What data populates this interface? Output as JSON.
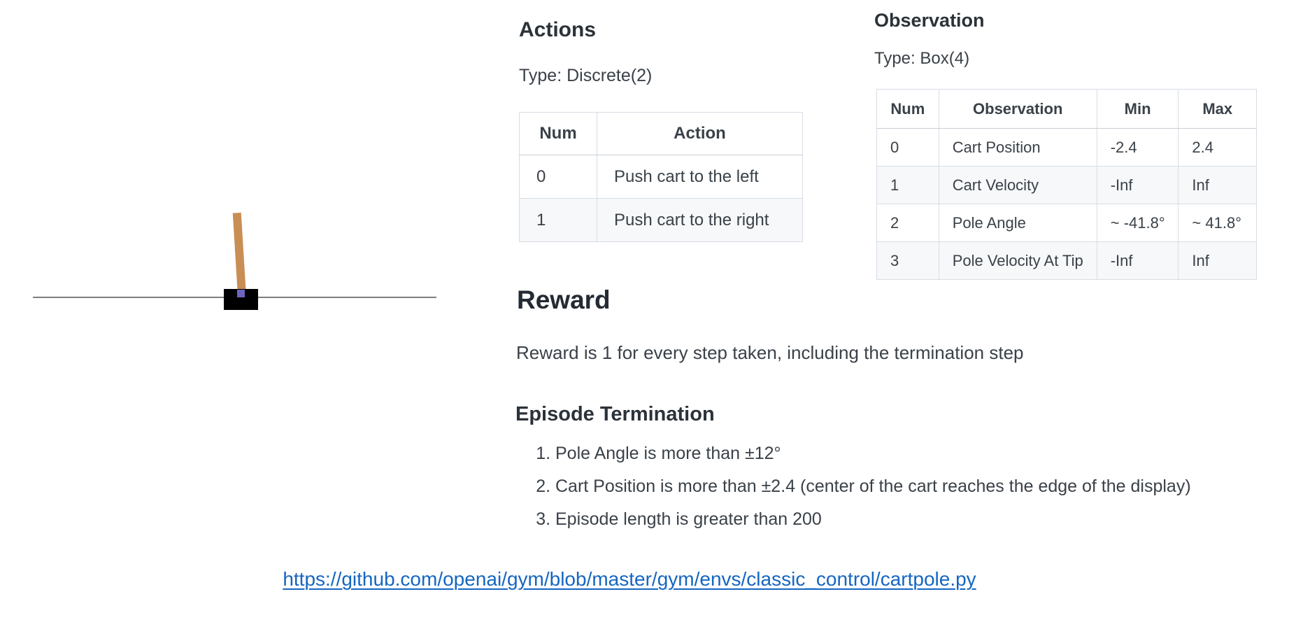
{
  "cartpole": {
    "track_color": "#7f7f7f",
    "cart_color": "#000000",
    "pole_color": "#c98e54",
    "pivot_color": "#6f63c0"
  },
  "actions": {
    "title": "Actions",
    "type_label": "Type: Discrete(2)",
    "table": {
      "headers": [
        "Num",
        "Action"
      ],
      "rows": [
        [
          "0",
          "Push cart to the left"
        ],
        [
          "1",
          "Push cart to the right"
        ]
      ]
    }
  },
  "observation": {
    "title": "Observation",
    "type_label": "Type: Box(4)",
    "table": {
      "headers": [
        "Num",
        "Observation",
        "Min",
        "Max"
      ],
      "rows": [
        [
          "0",
          "Cart Position",
          "-2.4",
          "2.4"
        ],
        [
          "1",
          "Cart Velocity",
          "-Inf",
          "Inf"
        ],
        [
          "2",
          "Pole Angle",
          "~ -41.8°",
          "~ 41.8°"
        ],
        [
          "3",
          "Pole Velocity At Tip",
          "-Inf",
          "Inf"
        ]
      ]
    }
  },
  "reward": {
    "title": "Reward",
    "description": "Reward is 1 for every step taken, including the termination step"
  },
  "episode_termination": {
    "title": "Episode Termination",
    "items": [
      "Pole Angle is more than ±12°",
      "Cart Position is more than ±2.4 (center of the cart reaches the edge of the display)",
      "Episode length is greater than 200"
    ]
  },
  "link": {
    "text": "https://github.com/openai/gym/blob/master/gym/envs/classic_control/cartpole.py",
    "color": "#1566c1"
  }
}
